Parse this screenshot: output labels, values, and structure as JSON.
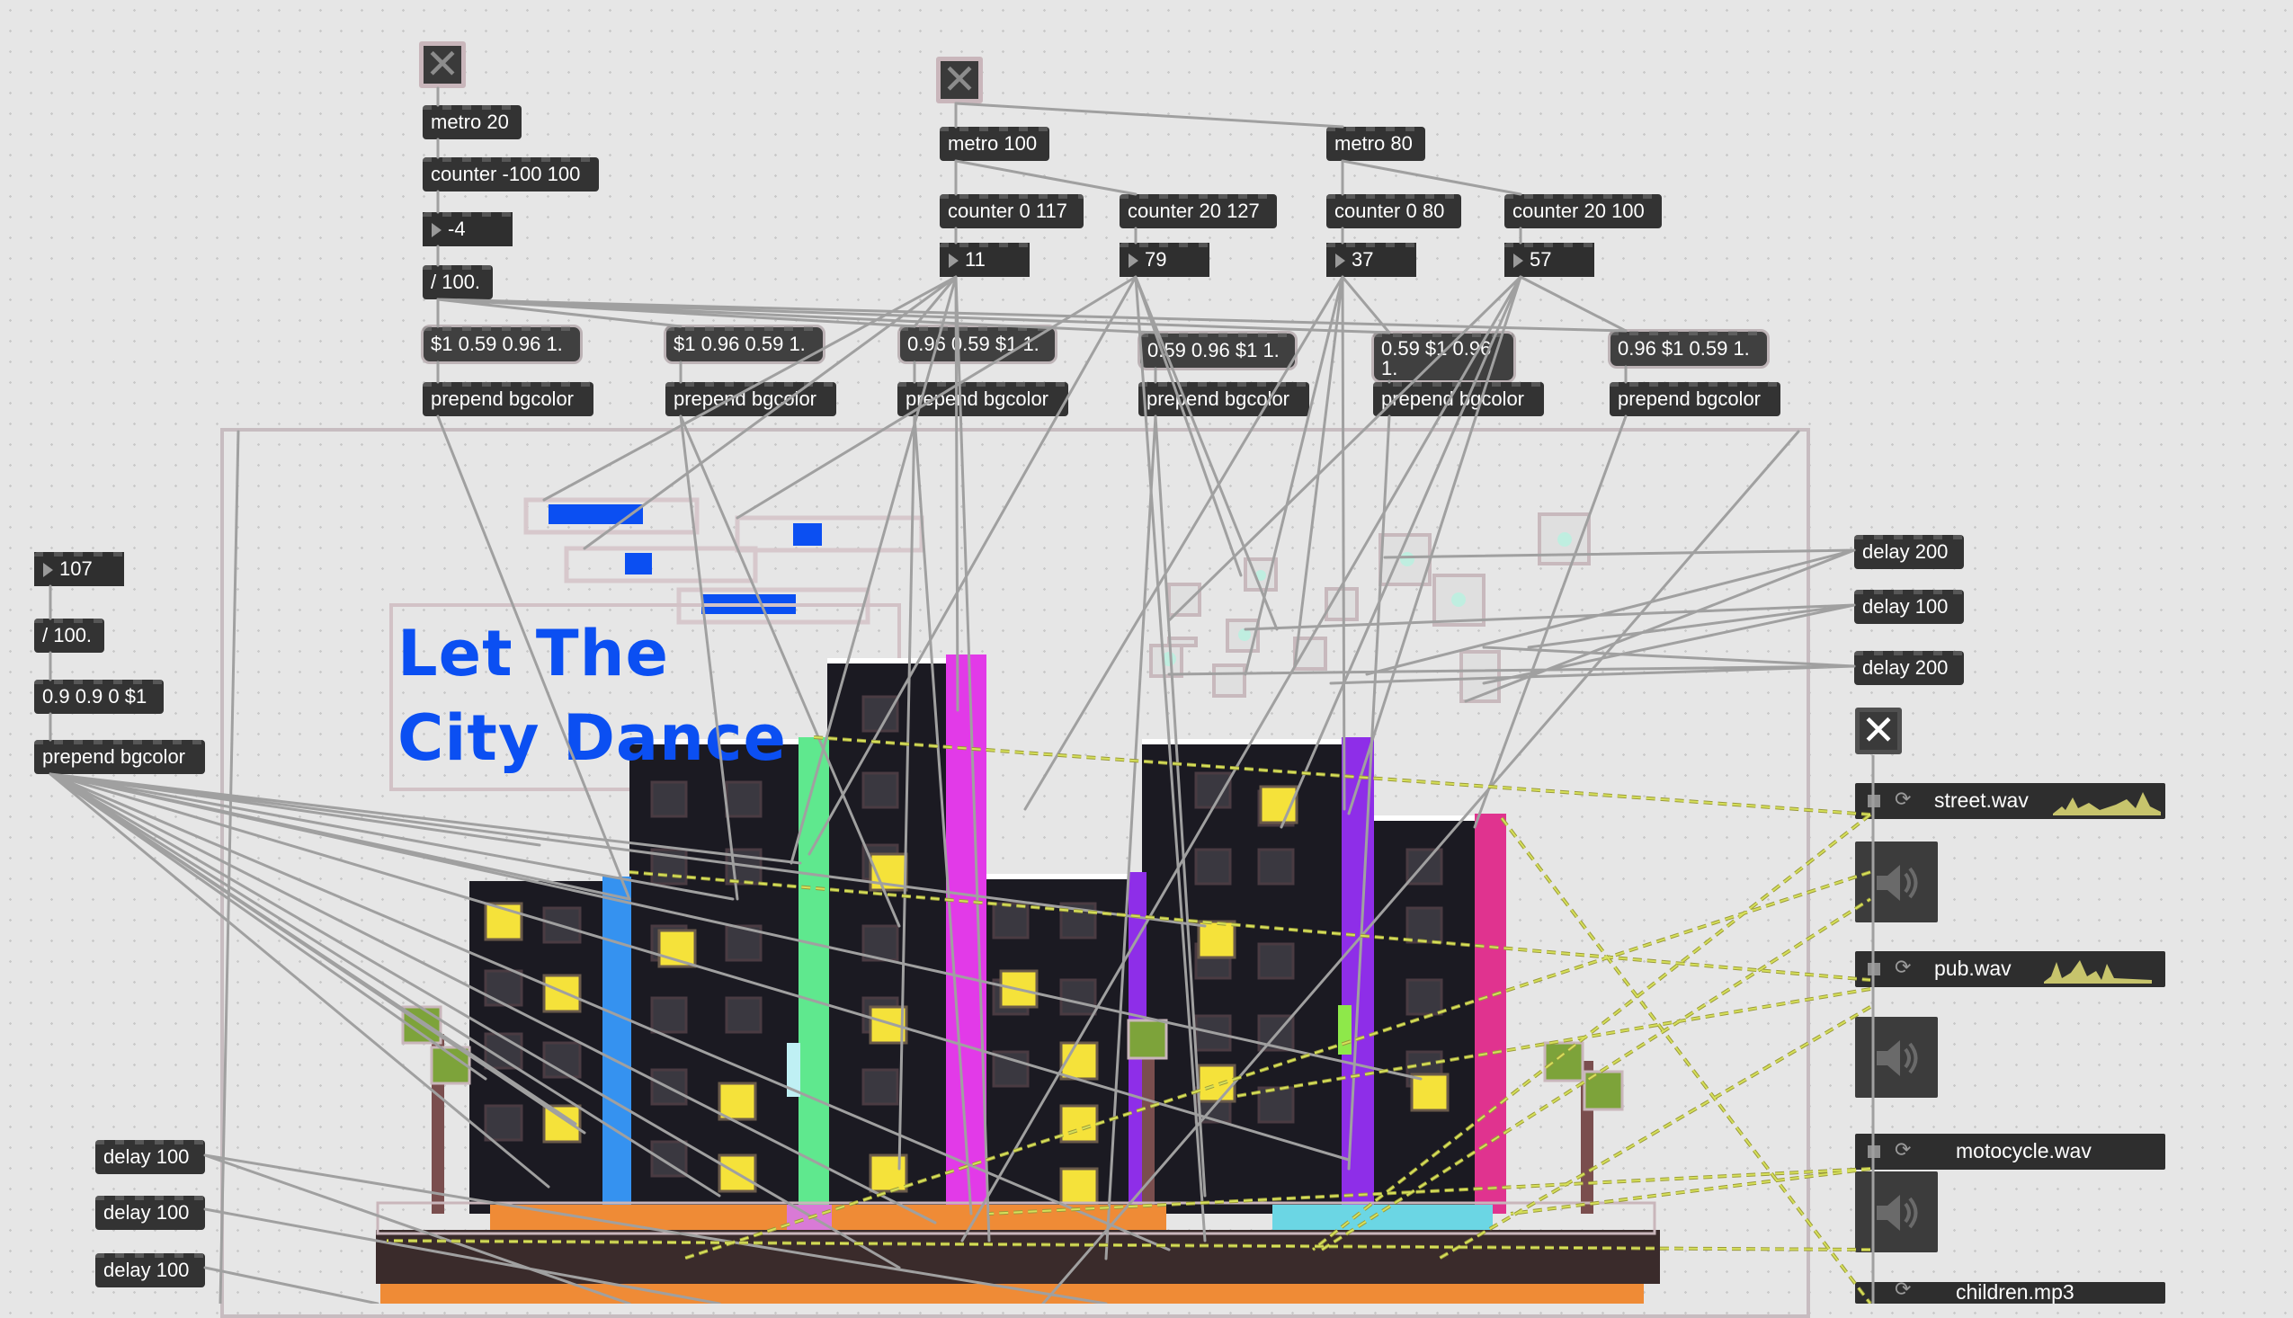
{
  "title_comment": "Let The City Dance",
  "patch_objects": {
    "metro_20": "metro 20",
    "counter_neg100": "counter -100 100",
    "num_a": "-4",
    "div_100_a": "/ 100.",
    "metro_100": "metro 100",
    "metro_80": "metro 80",
    "counter_0_117": "counter 0 117",
    "counter_20_127": "counter 20 127",
    "counter_0_80": "counter 0 80",
    "counter_20_100": "counter 20 100",
    "num_11": "11",
    "num_79": "79",
    "num_37": "37",
    "num_57": "57",
    "num_107": "107",
    "div_100_b": "/ 100.",
    "msg_left": "0.9 0.9 0 $1",
    "prepend_left": "prepend bgcolor"
  },
  "messages": [
    "$1 0.59 0.96 1.",
    "$1 0.96 0.59 1.",
    "0.96 0.59 $1 1.",
    "0.59 0.96 $1 1.",
    "0.59 $1 0.96 1.",
    "0.96 $1 0.59 1."
  ],
  "prepend_label": "prepend bgcolor",
  "delays_right": [
    "delay 200",
    "delay 100",
    "delay 200"
  ],
  "delays_left": [
    "delay 100",
    "delay 100",
    "delay 100"
  ],
  "sound_files": [
    "street.wav",
    "pub.wav",
    "motocycle.wav",
    "children.mp3"
  ],
  "toggle_symbol": "✕",
  "colors": {
    "canvas": "#e6e6e6",
    "object_bg": "#333333",
    "title_blue": "#0b4ff2",
    "patch_cord": "#a0a0a0",
    "signal_cord": "#d6e05a",
    "building": "#1b1a22",
    "window_yellow": "#f5e23a",
    "magenta": "#e23ae8",
    "purple": "#8e2ee8",
    "green": "#5fe88e",
    "blue": "#3592f0",
    "cyan": "#6bd6e4",
    "pink": "#e0338f",
    "orange": "#ef8b36"
  }
}
